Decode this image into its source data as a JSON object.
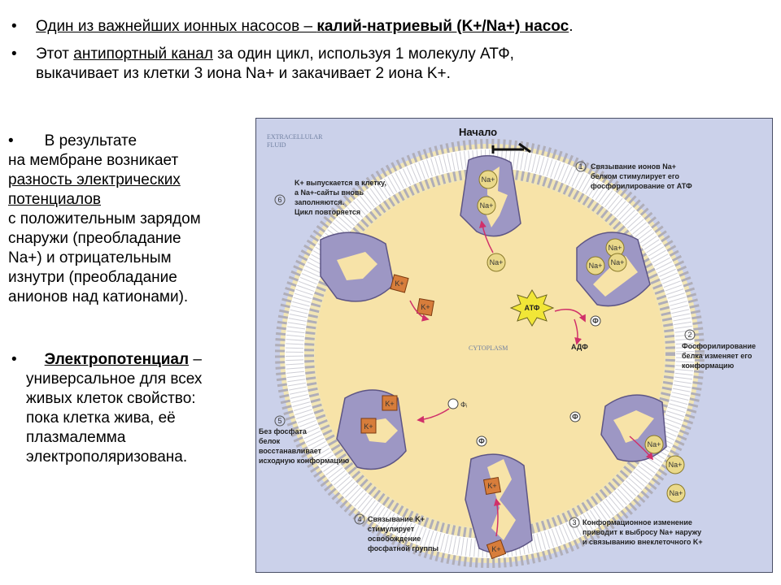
{
  "bullets_top": [
    {
      "pre": "Один из важнейших ионных насосов – ",
      "bold": "калий-натриевый (K+/Na+) насос",
      "post": "."
    },
    {
      "pre": "Этот ",
      "link": "антипортный канал",
      "post": " за один цикл, используя 1 молекулу АТФ,",
      "line2": "выкачивает из клетки 3 иона Na+ и закачивает 2 иона K+."
    }
  ],
  "left_text": {
    "result_lines": [
      "В результате",
      "на мембране возникает",
      "разность электрических",
      "потенциалов",
      "с положительным зарядом",
      "снаружи (преобладание",
      "Na+) и отрицательным",
      "изнутри (преобладание",
      "анионов над катионами)."
    ],
    "electro_term": "Электропотенциал",
    "electro_dash": " –",
    "electro_lines": [
      "универсальное для всех",
      "живых клеток свойство:",
      "пока клетка жива, её",
      "плазмалемма",
      "электрополяризована."
    ]
  },
  "diagram": {
    "extracellular": [
      "EXTRACELLULAR",
      "FLUID"
    ],
    "cytoplasm": "CYTOPLASM",
    "start": "Начало",
    "atp": "АТФ",
    "adp": "АДФ",
    "phi": "Ф",
    "phi_i": "Фᵢ",
    "na": "Na+",
    "k": "K+",
    "steps": [
      {
        "num": "1",
        "lines": [
          "Связывание ионов Na+",
          "белком стимулирует его",
          "фосфорилирование от АТФ"
        ]
      },
      {
        "num": "2",
        "lines": [
          "Фосфорилирование",
          "белка изменяет его",
          "конформацию"
        ]
      },
      {
        "num": "3",
        "lines": [
          "Конформационное изменение",
          "приводит к выбросу Na+ наружу",
          "и связыванию внеклеточного K+"
        ]
      },
      {
        "num": "4",
        "lines": [
          "Связывание K+",
          "стимулирует",
          "освобождение",
          "фосфатной группы"
        ]
      },
      {
        "num": "5",
        "lines": [
          "Без фосфата",
          "белок",
          "восстанавливает",
          "исходную конформацию"
        ]
      },
      {
        "num": "6",
        "lines": [
          "K+ выпускается в клетку,",
          "а Na+-сайты вновь",
          "заполняются.",
          "Цикл повторяется"
        ]
      }
    ]
  },
  "colors": {
    "membrane_bg": "#f2e6b6",
    "cytoplasm": "#f7e3a8",
    "protein": "#9d97c4",
    "na_ion": "#ead98a",
    "k_ion": "#d77d3b",
    "atp_star": "#f1e637",
    "figure_bg": "#cbd1ea"
  }
}
